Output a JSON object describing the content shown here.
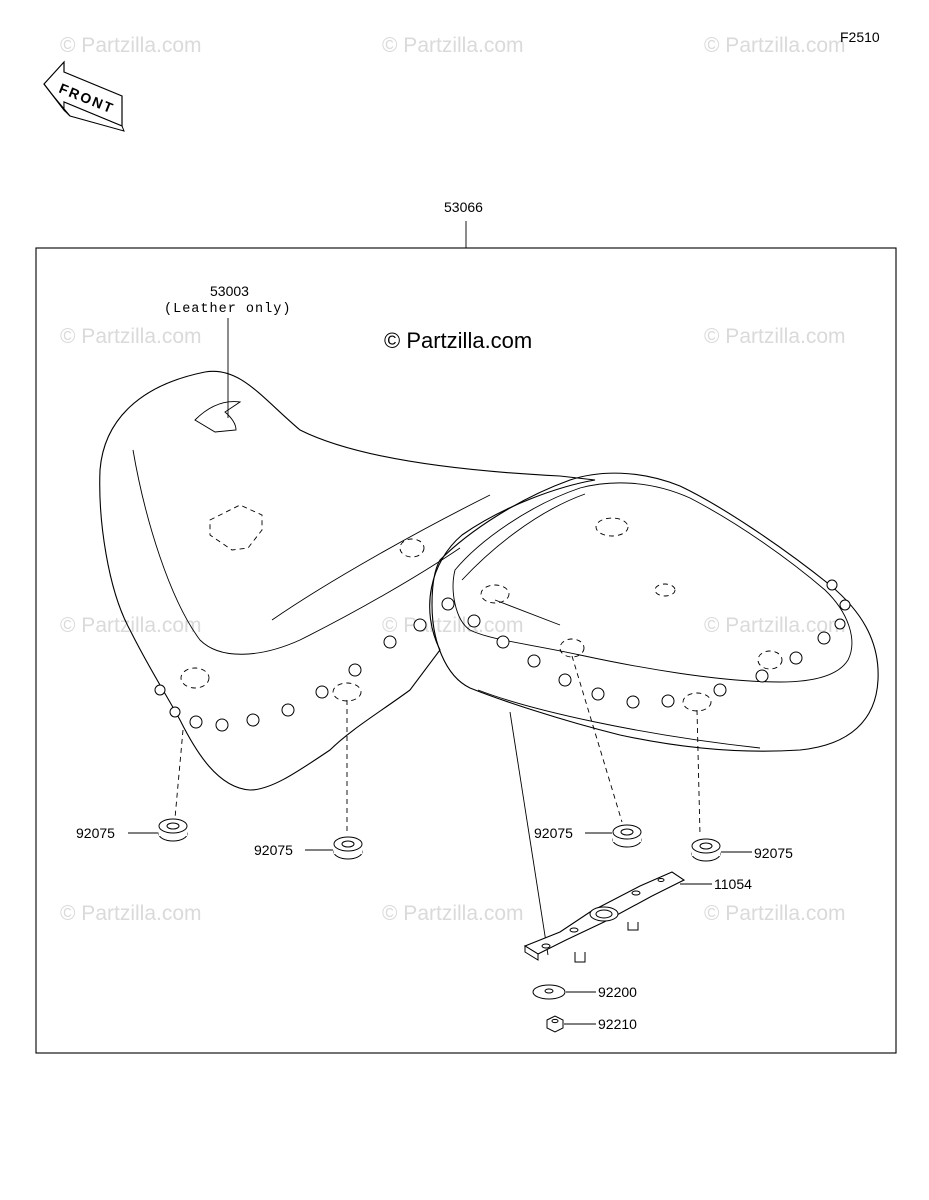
{
  "figure_code": "F2510",
  "front_label": "FRONT",
  "watermark": "© Partzilla.com",
  "watermark_main": "© Partzilla.com",
  "parts": {
    "seat_assy": "53066",
    "cover": "53003",
    "cover_note": "(Leather only)",
    "damper_1": "92075",
    "damper_2": "92075",
    "damper_3": "92075",
    "damper_4": "92075",
    "bracket": "11054",
    "washer": "92200",
    "nut": "92210"
  }
}
